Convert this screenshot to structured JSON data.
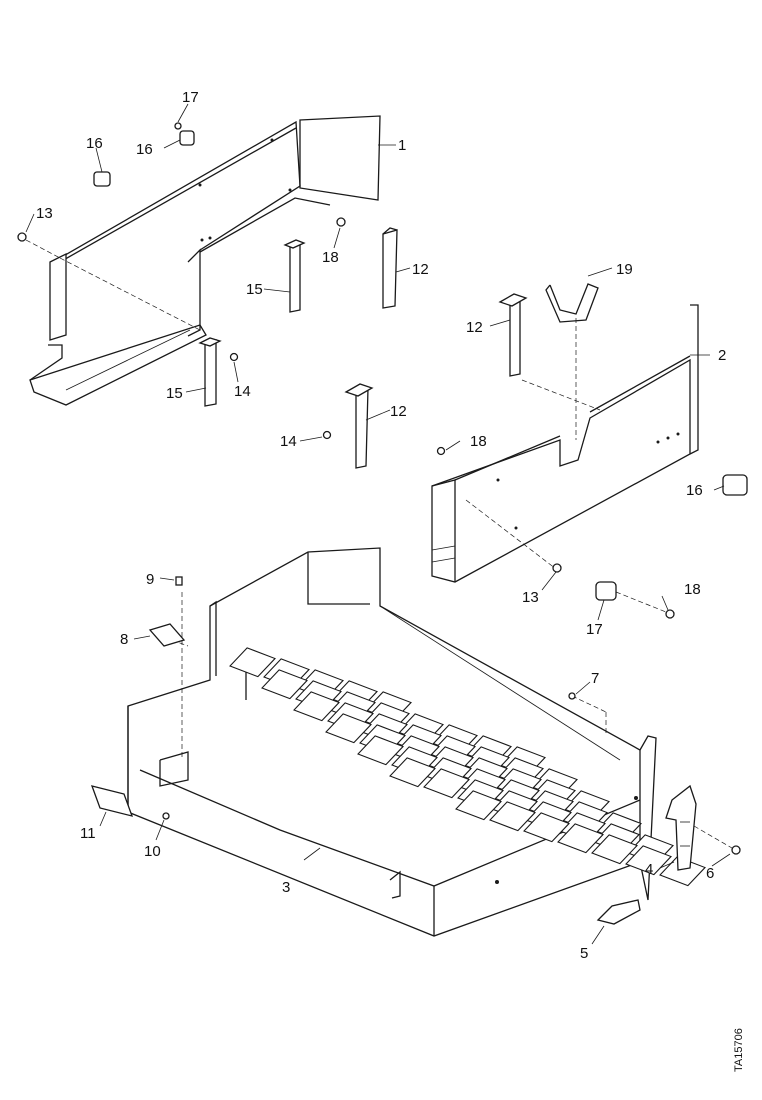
{
  "diagram": {
    "figure_id": "TA15706",
    "callouts": [
      {
        "id": "c1",
        "text": "1"
      },
      {
        "id": "c2",
        "text": "2"
      },
      {
        "id": "c3",
        "text": "3"
      },
      {
        "id": "c4",
        "text": "4"
      },
      {
        "id": "c5",
        "text": "5"
      },
      {
        "id": "c6",
        "text": "6"
      },
      {
        "id": "c7",
        "text": "7"
      },
      {
        "id": "c8",
        "text": "8"
      },
      {
        "id": "c9",
        "text": "9"
      },
      {
        "id": "c10",
        "text": "10"
      },
      {
        "id": "c11",
        "text": "11"
      },
      {
        "id": "c12a",
        "text": "12"
      },
      {
        "id": "c12b",
        "text": "12"
      },
      {
        "id": "c12c",
        "text": "12"
      },
      {
        "id": "c13a",
        "text": "13"
      },
      {
        "id": "c13b",
        "text": "13"
      },
      {
        "id": "c14a",
        "text": "14"
      },
      {
        "id": "c14b",
        "text": "14"
      },
      {
        "id": "c15a",
        "text": "15"
      },
      {
        "id": "c15b",
        "text": "15"
      },
      {
        "id": "c16a",
        "text": "16"
      },
      {
        "id": "c16b",
        "text": "16"
      },
      {
        "id": "c16c",
        "text": "16"
      },
      {
        "id": "c17a",
        "text": "17"
      },
      {
        "id": "c17b",
        "text": "17"
      },
      {
        "id": "c18a",
        "text": "18"
      },
      {
        "id": "c18b",
        "text": "18"
      },
      {
        "id": "c18c",
        "text": "18"
      },
      {
        "id": "c19",
        "text": "19"
      }
    ]
  }
}
